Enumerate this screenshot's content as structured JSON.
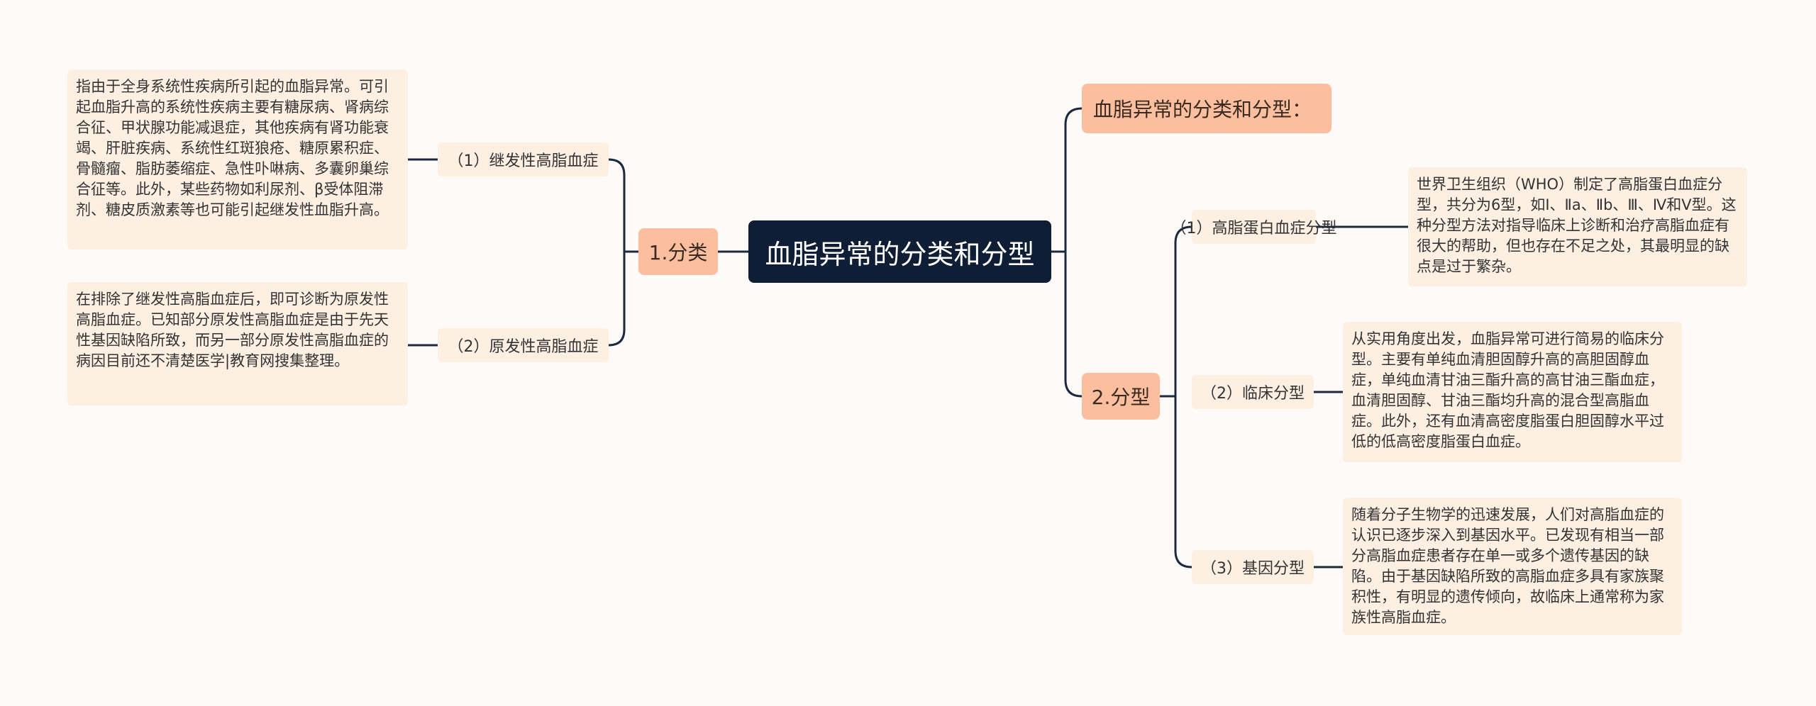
{
  "root": {
    "label": "血脂异常的分类和分型"
  },
  "branches": {
    "classification": {
      "label": "1.分类",
      "children": [
        {
          "label": "（1）继发性高脂血症",
          "detail": "指由于全身系统性疾病所引起的血脂异常。可引起血脂升高的系统性疾病主要有糖尿病、肾病综合征、甲状腺功能减退症，其他疾病有肾功能衰竭、肝脏疾病、系统性红斑狼疮、糖原累积症、骨髓瘤、脂肪萎缩症、急性卟啉病、多囊卵巢综合征等。此外，某些药物如利尿剂、β受体阻滞剂、糖皮质激素等也可能引起继发性血脂升高。"
        },
        {
          "label": "（2）原发性高脂血症",
          "detail": "在排除了继发性高脂血症后，即可诊断为原发性高脂血症。已知部分原发性高脂血症是由于先天性基因缺陷所致，而另一部分原发性高脂血症的病因目前还不清楚医学|教育网搜集整理。"
        }
      ]
    },
    "intro": {
      "label": "血脂异常的分类和分型："
    },
    "typing": {
      "label": "2.分型",
      "children": [
        {
          "label": "（1）高脂蛋白血症分型",
          "detail": "世界卫生组织（WHO）制定了高脂蛋白血症分型，共分为6型，如Ⅰ、Ⅱa、Ⅱb、Ⅲ、Ⅳ和Ⅴ型。这种分型方法对指导临床上诊断和治疗高脂血症有很大的帮助，但也存在不足之处，其最明显的缺点是过于繁杂。"
        },
        {
          "label": "（2）临床分型",
          "detail": "从实用角度出发，血脂异常可进行简易的临床分型。主要有单纯血清胆固醇升高的高胆固醇血症，单纯血清甘油三酯升高的高甘油三酯血症，血清胆固醇、甘油三酯均升高的混合型高脂血症。此外，还有血清高密度脂蛋白胆固醇水平过低的低高密度脂蛋白血症。"
        },
        {
          "label": "（3）基因分型",
          "detail": "随着分子生物学的迅速发展，人们对高脂血症的认识已逐步深入到基因水平。已发现有相当一部分高脂血症患者存在单一或多个遗传基因的缺陷。由于基因缺陷所致的高脂血症多具有家族聚积性，有明显的遗传倾向，故临床上通常称为家族性高脂血症。"
        }
      ]
    }
  },
  "colors": {
    "background": "#fefaf7",
    "root_fill": "#0f1e35",
    "branch_fill": "#fbbf9f",
    "leaf_fill": "#fdefe2",
    "connector": "#1c2a3f"
  }
}
